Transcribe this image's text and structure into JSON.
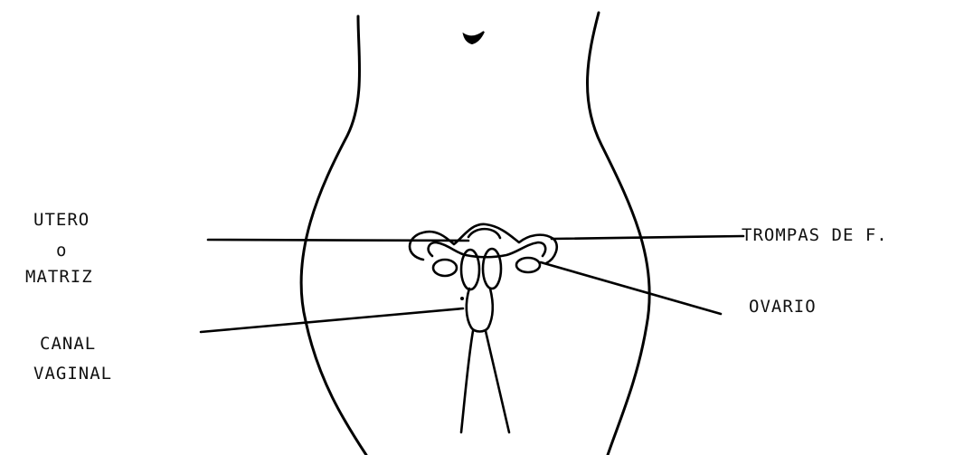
{
  "labels": {
    "utero": [
      "UTERO",
      "o",
      "MATRIZ"
    ],
    "canal": [
      "CANAL",
      "VAGINAL"
    ],
    "trompas": "TROMPAS DE F.",
    "ovario": "OVARIO"
  },
  "colors": {
    "ink": "#000000",
    "background": "#ffffff"
  }
}
